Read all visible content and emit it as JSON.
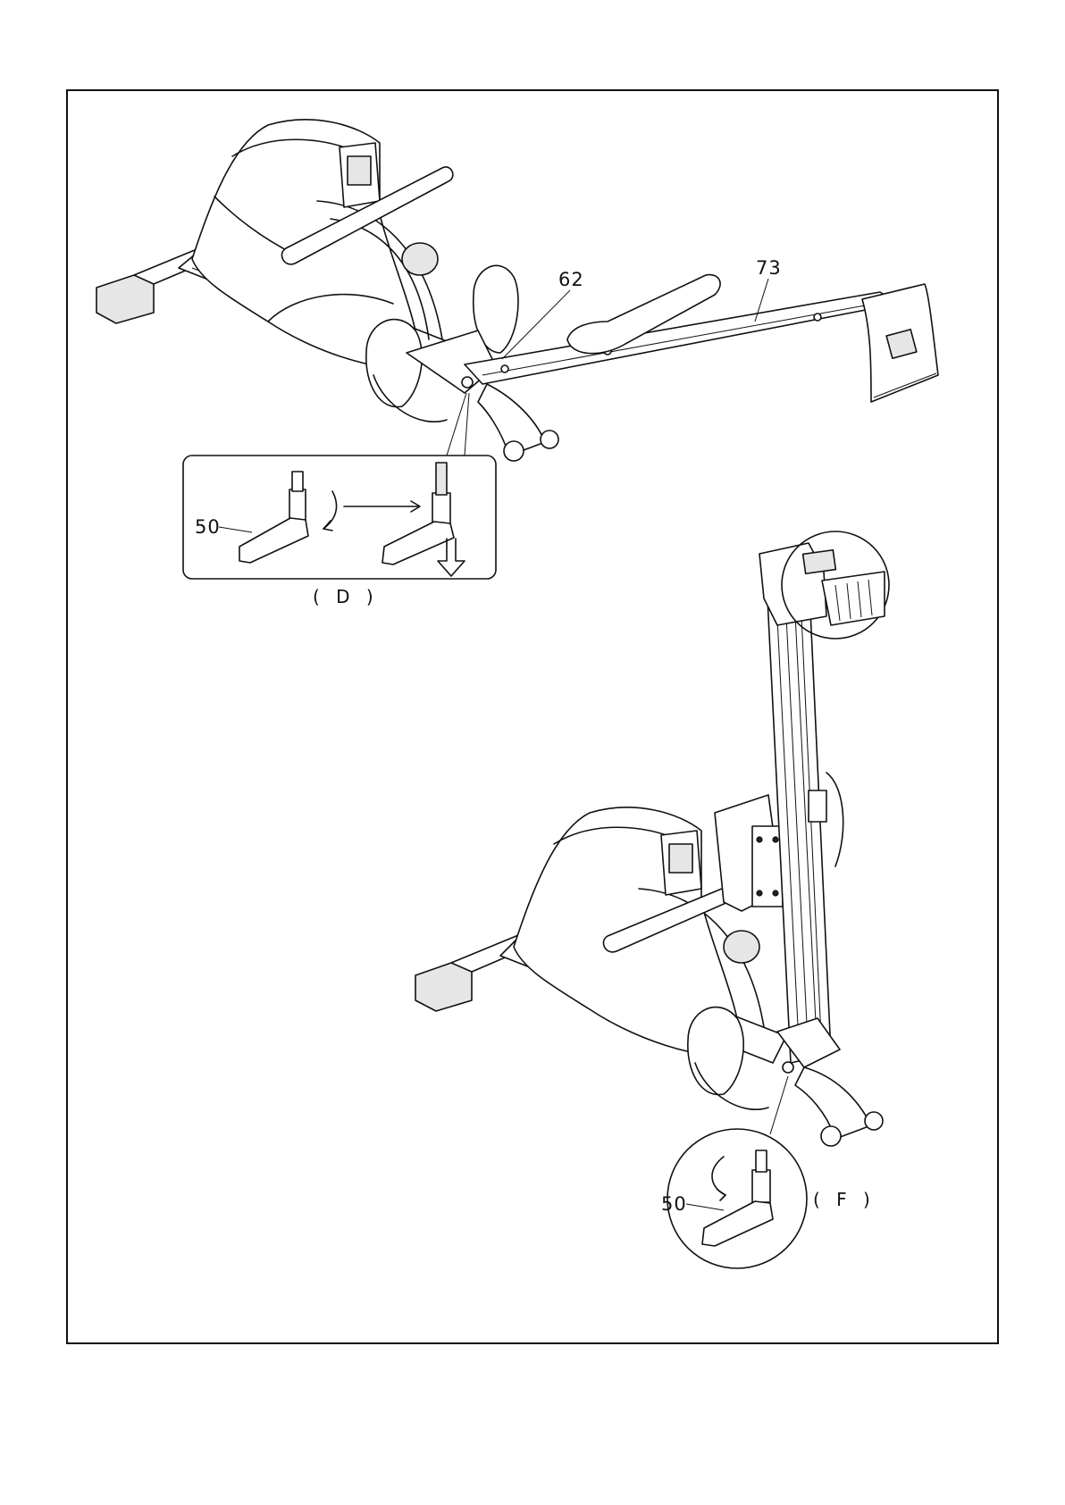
{
  "diagram": {
    "labels": {
      "part_62": "62",
      "part_73": "73",
      "part_50_d": "50",
      "part_50_f": "50"
    },
    "captions": {
      "detail_d": "( D )",
      "detail_f": "( F )"
    },
    "colors": {
      "line": "#111111",
      "shade": "#e6e6e6",
      "background": "#ffffff"
    }
  }
}
